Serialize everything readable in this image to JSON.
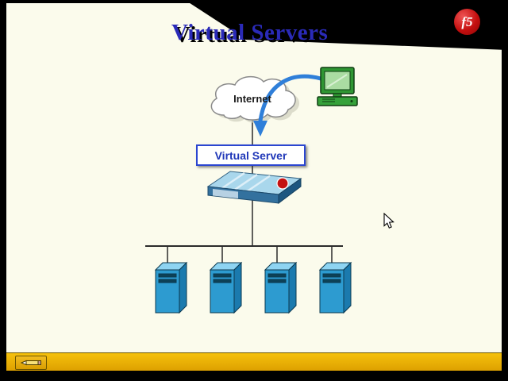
{
  "presentation": {
    "slide_title": "Virtual Servers",
    "logo_text": "f5"
  },
  "diagram": {
    "internet_label": "Internet",
    "virtual_server_label": "Virtual Server",
    "icons": {
      "cloud": "internet-cloud",
      "client": "client-workstation",
      "arrow": "client-to-virtual-server-arrow",
      "appliance": "bigip-load-balancer",
      "server": "pool-server",
      "server_count": 4
    }
  },
  "toolbar": {
    "pen_tool": "pen-annotation-tool"
  },
  "cursor": "arrow-pointer",
  "colors": {
    "slide_background": "#fbfbec",
    "title_blue": "#2a2ab8",
    "box_border_blue": "#2b46d0",
    "arrow_blue": "#2f7fd9",
    "server_front_blue": "#2d9bd0",
    "server_side_blue": "#1b7aae",
    "server_top_blue": "#8ed4f2",
    "computer_green": "#2f9633",
    "toolbar_yellow": "#eab202",
    "logo_red": "#c41212",
    "frame_black": "#000000"
  }
}
